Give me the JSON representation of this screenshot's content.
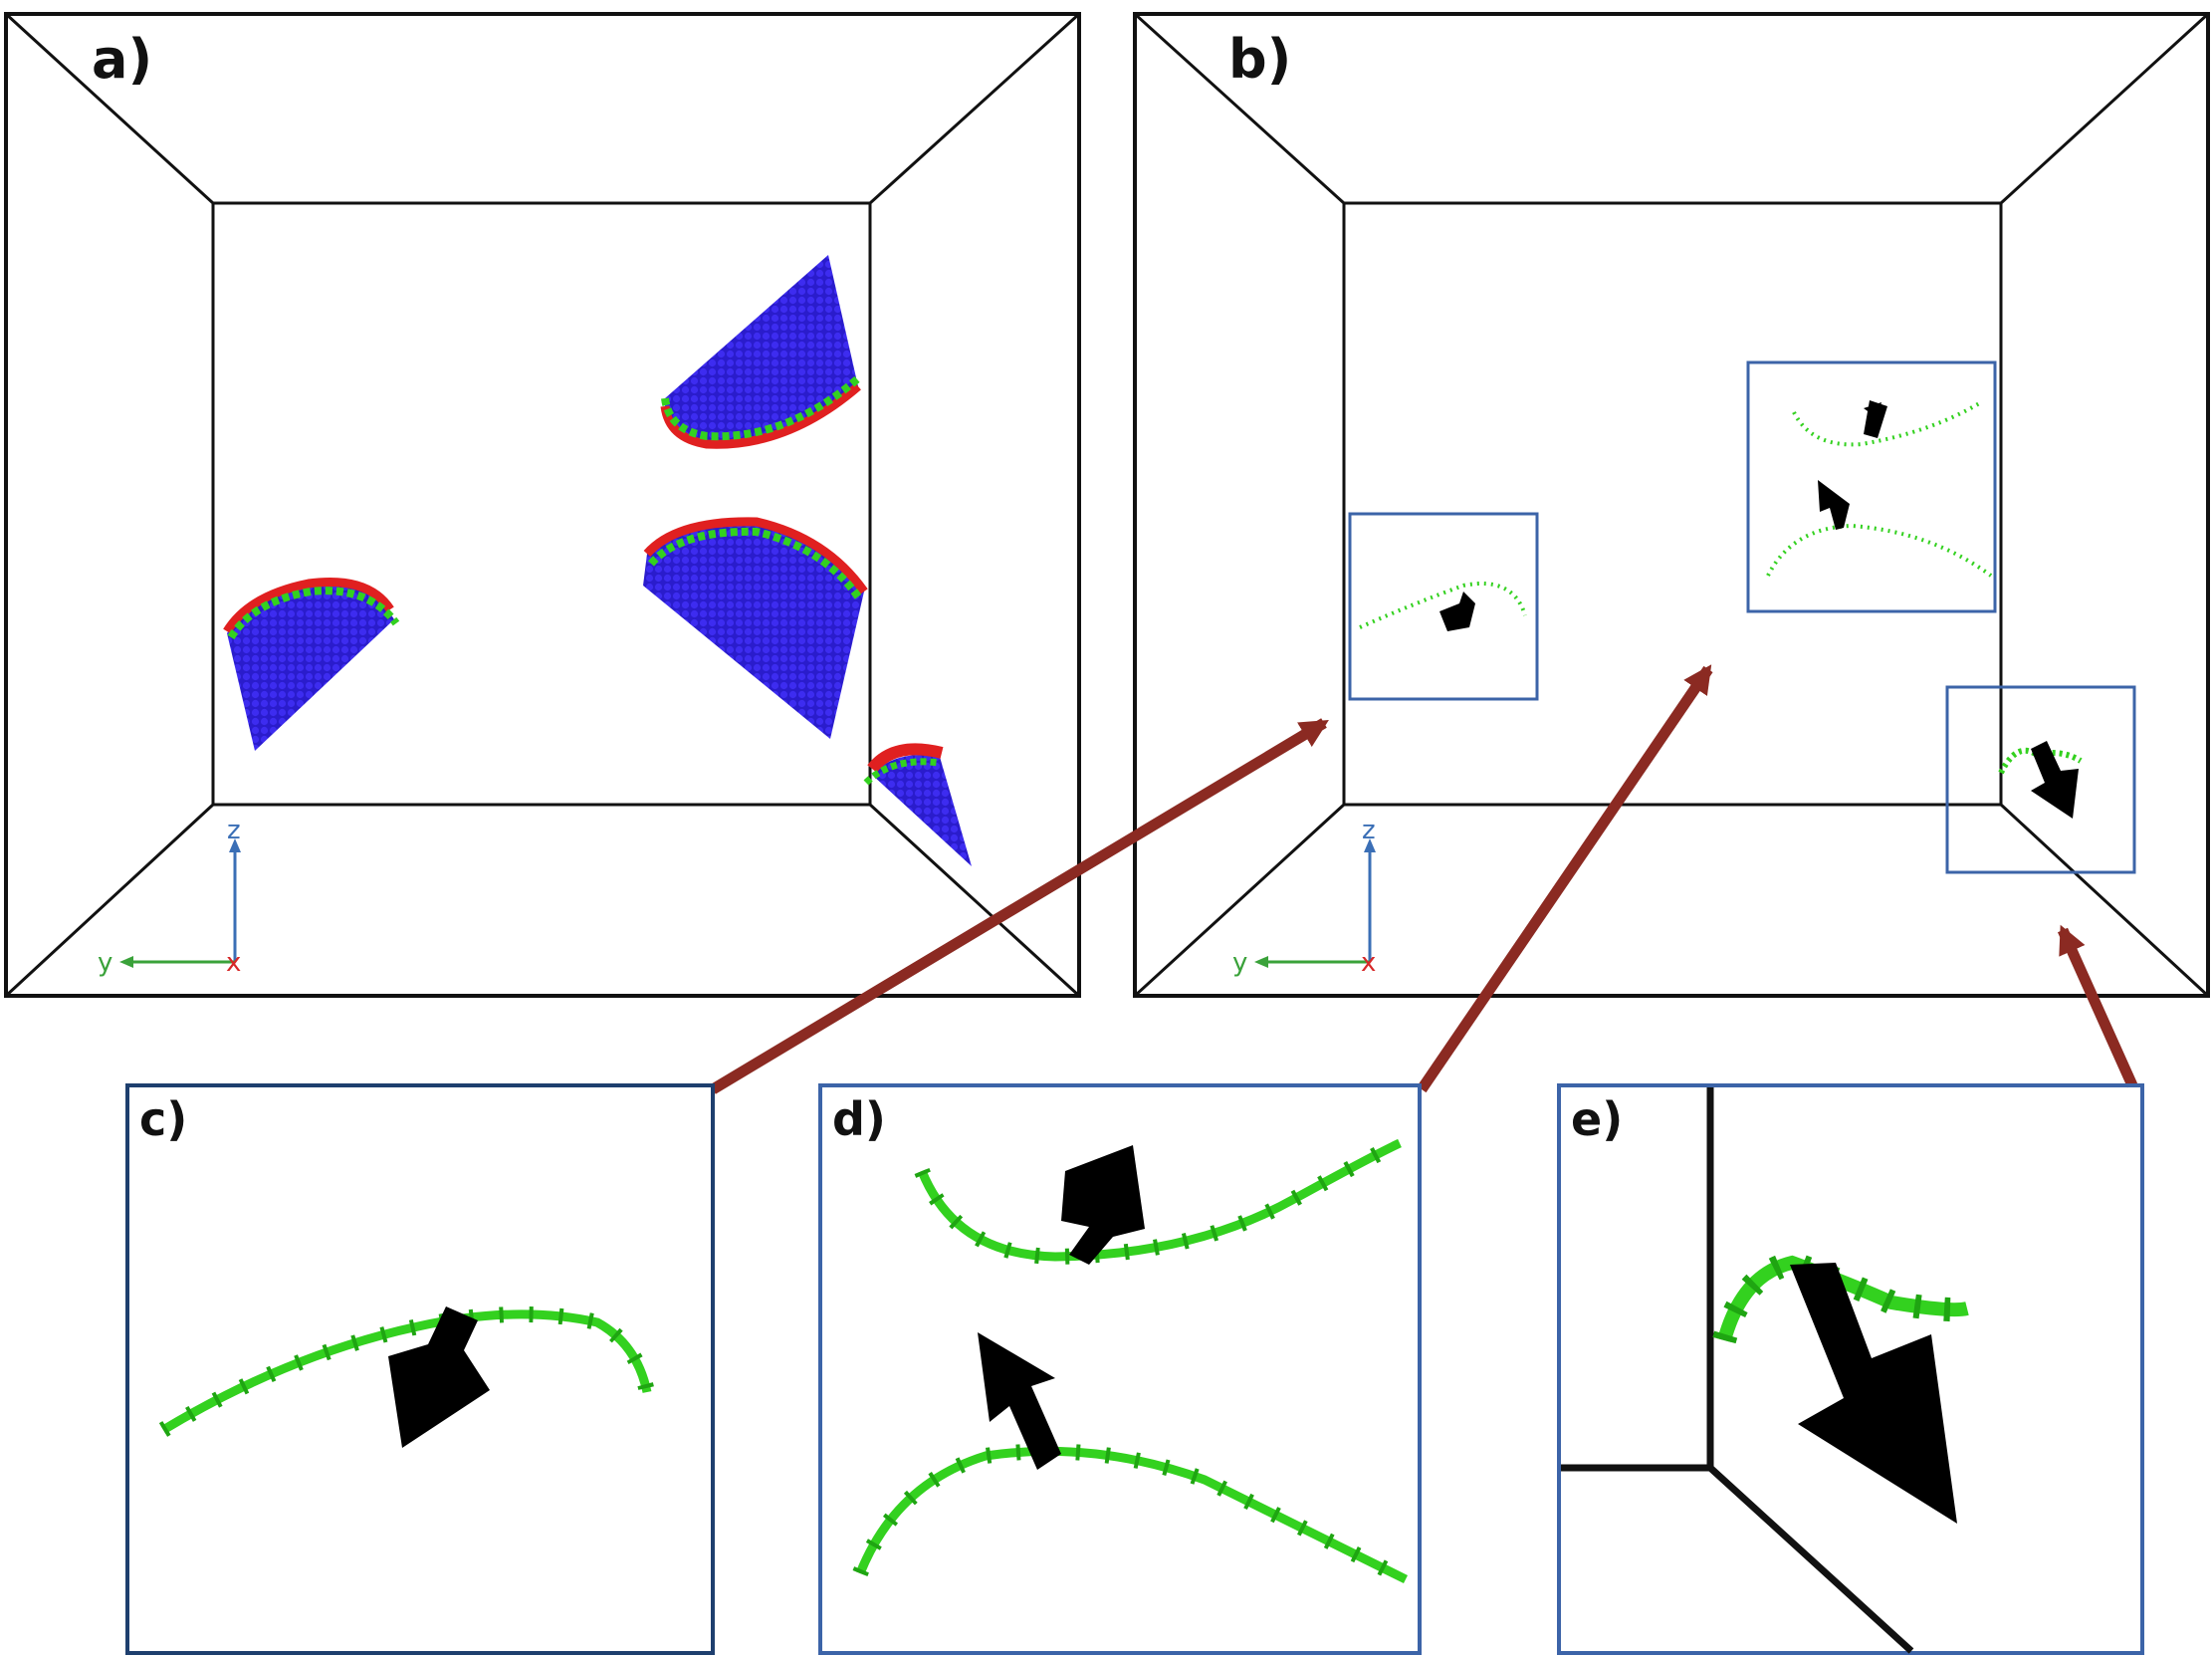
{
  "panels": {
    "a": {
      "label": "a)"
    },
    "b": {
      "label": "b)"
    },
    "c": {
      "label": "c)"
    },
    "d": {
      "label": "d)"
    },
    "e": {
      "label": "e)"
    }
  },
  "axes": {
    "z": "z",
    "y": "y",
    "x": "x"
  },
  "colors": {
    "bulk_atoms": "#2b1fd0",
    "boundary_red": "#e02020",
    "boundary_green": "#33d11f",
    "zoom_box": "#3c64a8",
    "zoom_box_dark": "#1e3f6e",
    "connector": "#8b2a22",
    "burgers_arrow": "#000000",
    "axis_z": "#3b6fb6",
    "axis_y": "#3aa23a",
    "axis_x": "#d62828"
  },
  "icons": {
    "burgers_vector": "arrow-icon",
    "dislocation_line": "chain-icon"
  }
}
